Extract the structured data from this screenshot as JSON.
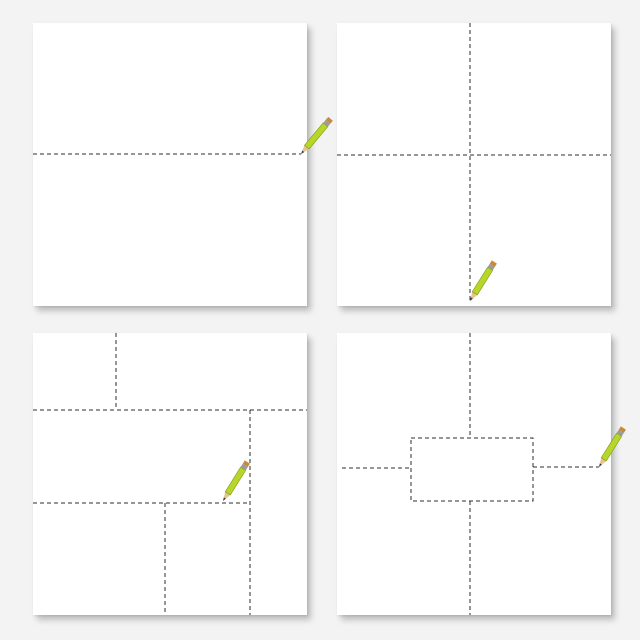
{
  "figure": {
    "panels": [
      {
        "id": "panel-1",
        "description_visible_text": ""
      },
      {
        "id": "panel-2",
        "description_visible_text": ""
      },
      {
        "id": "panel-3",
        "description_visible_text": ""
      },
      {
        "id": "panel-4",
        "description_visible_text": ""
      }
    ]
  },
  "colors": {
    "paper": "#ffffff",
    "background": "#f3f3f3",
    "dashed_line": "#2c2c2c",
    "pencil_body": "#b7d62a",
    "pencil_eraser": "#c98a3a",
    "pencil_lead": "#3a3a3a"
  },
  "icons": [
    "pencil-icon"
  ]
}
